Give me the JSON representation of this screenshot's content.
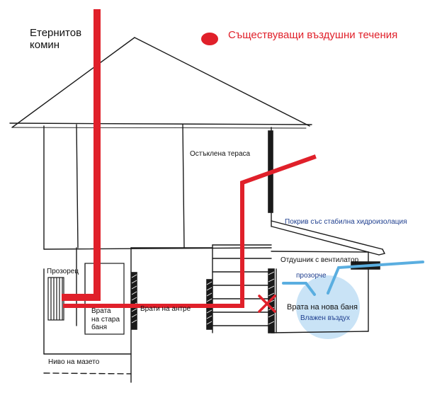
{
  "legend": {
    "label": "Съществуващи въздушни течения",
    "color": "#e0202a"
  },
  "labels": {
    "chimney": [
      "Етернитов",
      "комин"
    ],
    "terrace": "Остъклена тераса",
    "roof_insulation": "Покрив със стабилна хидроизолация",
    "vent_fan": "Отдушник с вентилатор",
    "small_window": "прозорче",
    "new_bath_door": "Врата на нова баня",
    "humid_air": "Влажен въздух",
    "window": "Прозорец",
    "old_bath_door": [
      "Врата",
      "на стара",
      "баня"
    ],
    "hall_door": "Врати на антре",
    "floor_level": "Ниво на мазето"
  },
  "colors": {
    "airflow": "#e0202a",
    "fresh_air": "#5aaee0",
    "humid_air_zone": "#c9e3f6",
    "sketch": "#1a1a1a",
    "blocked_mark": "#e0202a"
  }
}
